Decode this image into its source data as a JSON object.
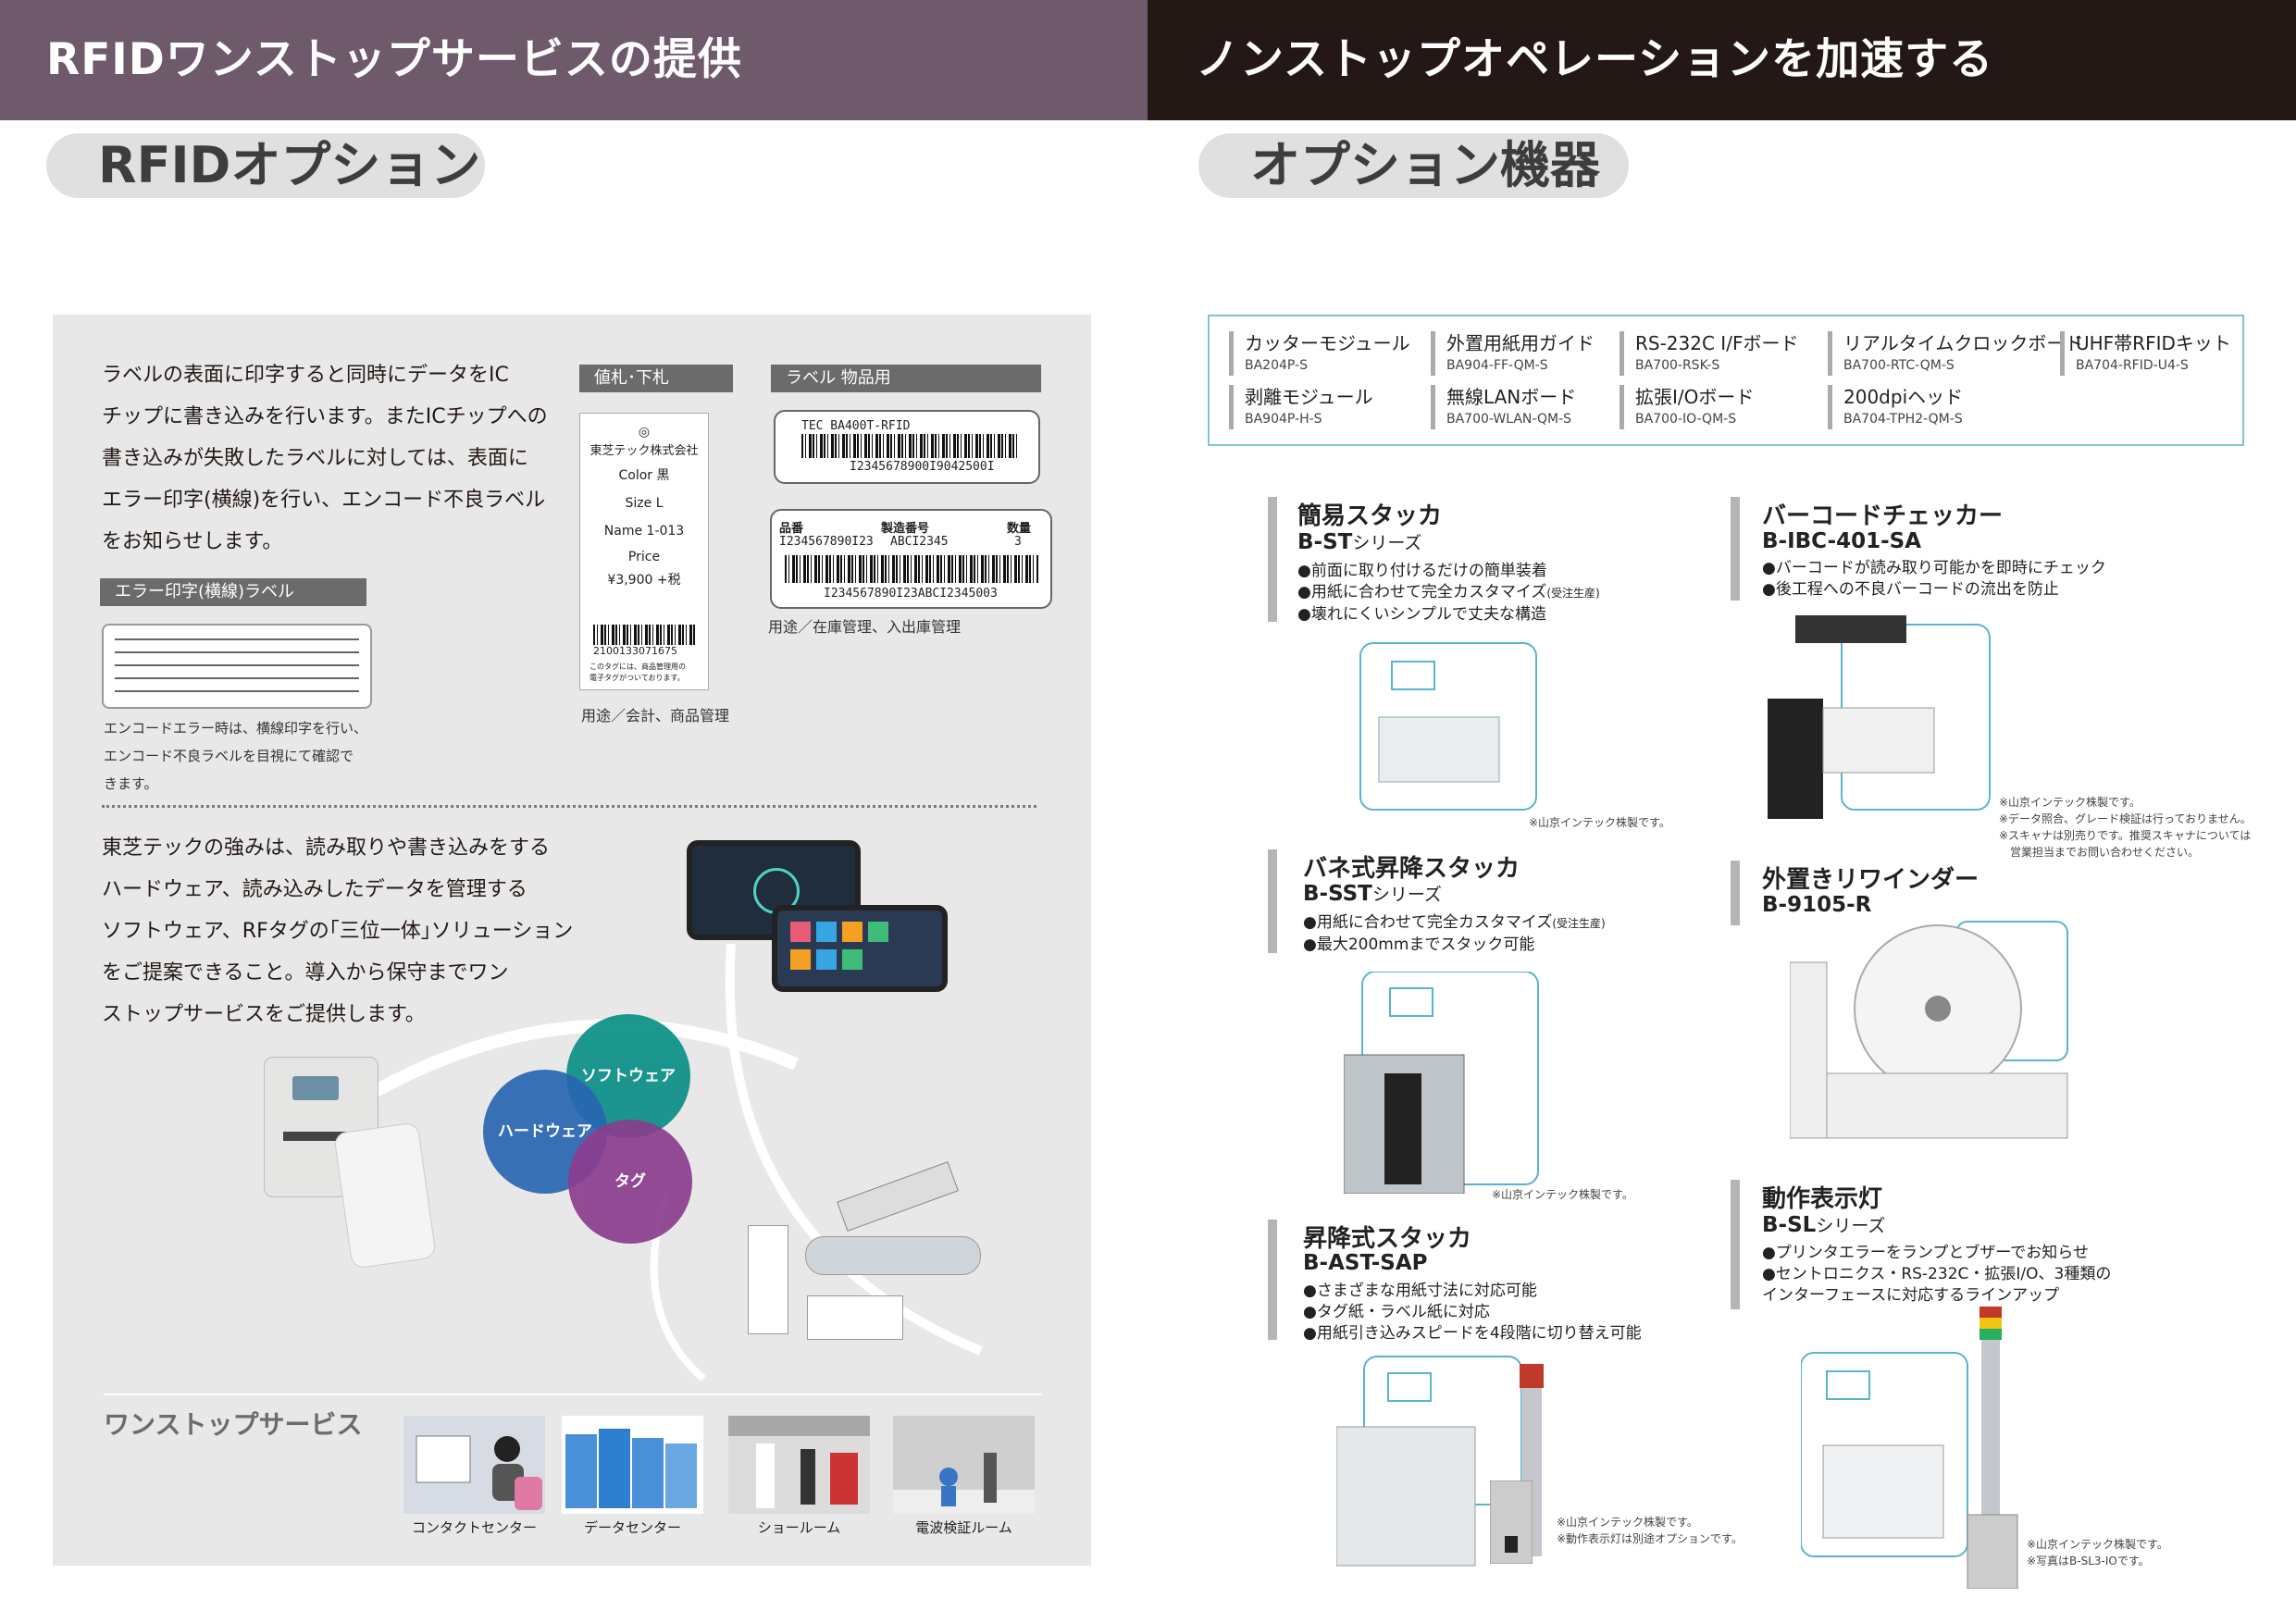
{
  "left_header": {
    "banner": "RFIDワンストップサービスの提供",
    "pill": "RFIDオプション"
  },
  "right_header": {
    "banner": "ノンストップオペレーションを加速する",
    "pill": "オプション機器"
  },
  "intro": {
    "lines": [
      "ラベルの表面に印字すると同時にデータをIC",
      "チップに書き込みを行います。またICチップへの",
      "書き込みが失敗したラベルに対しては、表面に",
      "エラー印字(横線)を行い、エンコード不良ラベル",
      "をお知らせします。"
    ]
  },
  "error_label": {
    "title": "エラー印字(横線)ラベル",
    "caption": [
      "エンコードエラー時は、横線印字を行い、",
      "エンコード不良ラベルを目視にて確認で",
      "きます。"
    ]
  },
  "price_tag": {
    "title": "値札･下札",
    "company": "東芝テック株式会社",
    "color": "Color 黒",
    "size": "Size L",
    "name": "Name  1-013",
    "price_label": "Price",
    "price": "¥3,900 +税",
    "barcode_num": "2100133071675",
    "foot_note": "このタグには、商品管理用の\n電子タグがついております。",
    "usage": "用途／会計、商品管理"
  },
  "goods_label": {
    "title": "ラベル 物品用",
    "card1_top": "TEC  BA400T-RFID",
    "card1_num": "I2345678900I9042500I",
    "card2_h1": "品番",
    "card2_h2": "製造番号",
    "card2_h3": "数量",
    "card2_v1": "I234567890I23",
    "card2_v2": "ABCI2345",
    "card2_v3": "3",
    "card2_num": "I234567890I23ABCI2345003",
    "usage": "用途／在庫管理、入出庫管理"
  },
  "strength": {
    "lines": [
      "東芝テックの強みは、読み取りや書き込みをする",
      "ハードウェア、読み込みしたデータを管理する",
      "ソフトウェア、RFタグの｢三位一体｣ソリューション",
      "をご提案できること。導入から保守までワン",
      "ストップサービスをご提供します。"
    ]
  },
  "venn": {
    "software": "ソフトウェア",
    "hardware": "ハードウェア",
    "tag": "タグ"
  },
  "one_stop": {
    "title": "ワンストップサービス",
    "items": [
      "コンタクトセンター",
      "データセンター",
      "ショールーム",
      "電波検証ルーム"
    ]
  },
  "options": [
    {
      "name": "カッターモジュール",
      "code": "BA204P-S"
    },
    {
      "name": "外置用紙用ガイド",
      "code": "BA904-FF-QM-S"
    },
    {
      "name": "RS-232C I/Fボード",
      "code": "BA700-RSK-S"
    },
    {
      "name": "リアルタイムクロックボード",
      "code": "BA700-RTC-QM-S"
    },
    {
      "name": "UHF帯RFIDキット",
      "code": "BA704-RFID-U4-S"
    },
    {
      "name": "剥離モジュール",
      "code": "BA904P-H-S"
    },
    {
      "name": "無線LANボード",
      "code": "BA700-WLAN-QM-S"
    },
    {
      "name": "拡張I/Oボード",
      "code": "BA700-IO-QM-S"
    },
    {
      "name": "200dpiヘッド",
      "code": "BA704-TPH2-QM-S"
    }
  ],
  "products": {
    "simple_stacker": {
      "title": "簡易スタッカ",
      "model": "B-ST",
      "suffix": "シリーズ",
      "bullets": [
        "●前面に取り付けるだけの簡単装着",
        "●用紙に合わせて完全カスタマイズ",
        "●壊れにくいシンプルで丈夫な構造"
      ],
      "bullet_note": "(受注生産)",
      "note": "※山京インテック株製です。"
    },
    "barcode_checker": {
      "title": "バーコードチェッカー",
      "model": "B-IBC-401-SA",
      "bullets": [
        "●バーコードが読み取り可能かを即時にチェック",
        "●後工程への不良バーコードの流出を防止"
      ],
      "notes": [
        "※山京インテック株製です。",
        "※データ照合、グレード検証は行っておりません。",
        "※スキャナは別売りです。推奨スキャナについては",
        "　営業担当までお問い合わせください。"
      ]
    },
    "spring_stacker": {
      "title": "バネ式昇降スタッカ",
      "model": "B-SST",
      "suffix": "シリーズ",
      "bullets": [
        "●用紙に合わせて完全カスタマイズ",
        "●最大200mmまでスタック可能"
      ],
      "bullet_note": "(受注生産)",
      "note": "※山京インテック株製です。"
    },
    "rewinder": {
      "title": "外置きリワインダー",
      "model": "B-9105-R"
    },
    "lift_stacker": {
      "title": "昇降式スタッカ",
      "model": "B-AST-SAP",
      "bullets": [
        "●さまざまな用紙寸法に対応可能",
        "●タグ紙・ラベル紙に対応",
        "●用紙引き込みスピードを4段階に切り替え可能"
      ],
      "notes": [
        "※山京インテック株製です。",
        "※動作表示灯は別途オプションです。"
      ]
    },
    "signal_lamp": {
      "title": "動作表示灯",
      "model": "B-SL",
      "suffix": "シリーズ",
      "bullets": [
        "●プリンタエラーをランプとブザーでお知らせ",
        "●セントロニクス・RS-232C・拡張I/O、3種類の",
        "  インターフェースに対応するラインアップ"
      ],
      "notes": [
        "※山京インテック株製です。",
        "※写真はB-SL3-IOです。"
      ]
    }
  }
}
